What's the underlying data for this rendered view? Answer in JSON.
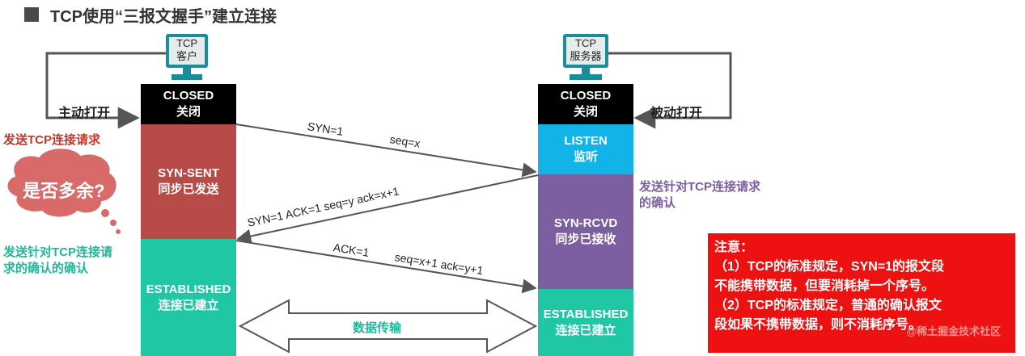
{
  "title": "TCP使用“三报文握手”建立连接",
  "client": {
    "label_line1": "TCP",
    "label_line2": "客户"
  },
  "server": {
    "label_line1": "TCP",
    "label_line2": "服务器"
  },
  "client_states": [
    {
      "state": "CLOSED",
      "cn": "关闭",
      "color": "#000000"
    },
    {
      "state": "SYN-SENT",
      "cn": "同步已发送",
      "color": "#b84a48"
    },
    {
      "state": "ESTABLISHED",
      "cn": "连接已建立",
      "color": "#1fc7a5"
    }
  ],
  "server_states": [
    {
      "state": "CLOSED",
      "cn": "关闭",
      "color": "#000000"
    },
    {
      "state": "LISTEN",
      "cn": "监听",
      "color": "#11b3e8"
    },
    {
      "state": "SYN-RCVD",
      "cn": "同步已接收",
      "color": "#7c5fa0"
    },
    {
      "state": "ESTABLISHED",
      "cn": "连接已建立",
      "color": "#1fc7a5"
    }
  ],
  "active_open": "主动打开",
  "passive_open": "被动打开",
  "send_request": "发送TCP连接请求",
  "send_ack_line1": "发送针对TCP连接请求",
  "send_ack_line2": "的确认",
  "send_ack_ack_line1": "发送针对TCP连接请",
  "send_ack_ack_line2": "求的确认的确认",
  "bubble": "是否多余?",
  "messages": {
    "m1_syn": "SYN=1",
    "m1_seq": "seq=x",
    "m2_fields": "SYN=1    ACK=1    seq=y    ack=x+1",
    "m3_ack": "ACK=1",
    "m3_fields": "seq=x+1    ack=y+1"
  },
  "data_transfer": "数据传输",
  "note": {
    "title": "注意：",
    "line1": "（1）TCP的标准规定，SYN=1的报文段",
    "line2": "不能携带数据，但要消耗掉一个序号。",
    "line3": "（2）TCP的标准规定，普通的确认报文",
    "line4": "段如果不携带数据，则不消耗序号。"
  },
  "watermark": "@稀土掘金技术社区",
  "colors": {
    "request_text": "#c0392b",
    "ack_text": "#7c5fa0",
    "ackack_text": "#1fb89a",
    "note_bg": "#ee1111",
    "computer_teal": "#1a8c9a"
  }
}
